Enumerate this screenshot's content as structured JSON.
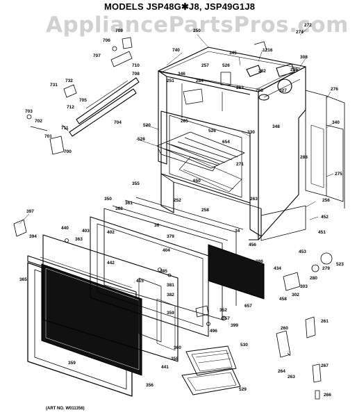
{
  "header": {
    "title": "MODELS JSP48G✱J8, JSP49G1J8"
  },
  "watermark": {
    "text": "AppliancePartsPros.com"
  },
  "footer": {
    "art_number": "(ART NO. W011356)"
  },
  "callouts": [
    {
      "id": "c-272",
      "label": "272"
    },
    {
      "id": "c-274",
      "label": "274"
    },
    {
      "id": "c-250",
      "label": "250"
    },
    {
      "id": "c-709",
      "label": "709"
    },
    {
      "id": "c-706",
      "label": "706"
    },
    {
      "id": "c-707",
      "label": "707"
    },
    {
      "id": "c-710",
      "label": "710"
    },
    {
      "id": "c-708",
      "label": "708"
    },
    {
      "id": "c-740",
      "label": "740"
    },
    {
      "id": "c-345",
      "label": "345"
    },
    {
      "id": "c-1216",
      "label": "1216"
    },
    {
      "id": "c-308",
      "label": "308"
    },
    {
      "id": "c-257",
      "label": "257"
    },
    {
      "id": "c-526",
      "label": "526"
    },
    {
      "id": "c-282",
      "label": "282"
    },
    {
      "id": "c-295",
      "label": "295"
    },
    {
      "id": "c-346",
      "label": "346"
    },
    {
      "id": "c-251",
      "label": "251"
    },
    {
      "id": "c-284",
      "label": "284"
    },
    {
      "id": "c-283",
      "label": "283"
    },
    {
      "id": "c-268",
      "label": "268"
    },
    {
      "id": "c-327",
      "label": "327"
    },
    {
      "id": "c-276",
      "label": "276"
    },
    {
      "id": "c-731",
      "label": "731"
    },
    {
      "id": "c-732",
      "label": "732"
    },
    {
      "id": "c-705",
      "label": "705"
    },
    {
      "id": "c-712",
      "label": "712"
    },
    {
      "id": "c-703",
      "label": "703"
    },
    {
      "id": "c-702",
      "label": "702"
    },
    {
      "id": "c-704",
      "label": "704"
    },
    {
      "id": "c-711",
      "label": "711"
    },
    {
      "id": "c-701",
      "label": "701"
    },
    {
      "id": "c-700",
      "label": "700"
    },
    {
      "id": "c-520",
      "label": "520"
    },
    {
      "id": "c-265",
      "label": "265"
    },
    {
      "id": "c-528",
      "label": "528"
    },
    {
      "id": "c-330",
      "label": "330"
    },
    {
      "id": "c-348",
      "label": "348"
    },
    {
      "id": "c-340",
      "label": "340"
    },
    {
      "id": "c-526b",
      "label": "526"
    },
    {
      "id": "c-654",
      "label": "654"
    },
    {
      "id": "c-271",
      "label": "271"
    },
    {
      "id": "c-288",
      "label": "288"
    },
    {
      "id": "c-650",
      "label": "650"
    },
    {
      "id": "c-275",
      "label": "275"
    },
    {
      "id": "c-355",
      "label": "355"
    },
    {
      "id": "c-397",
      "label": "397"
    },
    {
      "id": "c-350",
      "label": "350"
    },
    {
      "id": "c-361",
      "label": "361"
    },
    {
      "id": "c-362",
      "label": "362"
    },
    {
      "id": "c-252",
      "label": "252"
    },
    {
      "id": "c-263",
      "label": "263"
    },
    {
      "id": "c-256",
      "label": "256"
    },
    {
      "id": "c-258",
      "label": "258"
    },
    {
      "id": "c-34",
      "label": "34"
    },
    {
      "id": "c-452",
      "label": "452"
    },
    {
      "id": "c-440",
      "label": "440"
    },
    {
      "id": "c-403",
      "label": "403"
    },
    {
      "id": "c-363",
      "label": "363"
    },
    {
      "id": "c-402",
      "label": "402"
    },
    {
      "id": "c-379",
      "label": "379"
    },
    {
      "id": "c-36",
      "label": "36"
    },
    {
      "id": "c-451",
      "label": "451"
    },
    {
      "id": "c-394",
      "label": "394"
    },
    {
      "id": "c-404",
      "label": "404"
    },
    {
      "id": "c-456",
      "label": "456"
    },
    {
      "id": "c-453",
      "label": "453"
    },
    {
      "id": "c-442",
      "label": "442"
    },
    {
      "id": "c-386",
      "label": "386"
    },
    {
      "id": "c-434",
      "label": "434"
    },
    {
      "id": "c-279",
      "label": "279"
    },
    {
      "id": "c-523",
      "label": "523"
    },
    {
      "id": "c-365",
      "label": "365"
    },
    {
      "id": "c-385",
      "label": "385"
    },
    {
      "id": "c-280",
      "label": "280"
    },
    {
      "id": "c-415",
      "label": "415"
    },
    {
      "id": "c-381",
      "label": "381"
    },
    {
      "id": "c-303",
      "label": "303"
    },
    {
      "id": "c-302",
      "label": "302"
    },
    {
      "id": "c-382",
      "label": "382"
    },
    {
      "id": "c-458",
      "label": "458"
    },
    {
      "id": "c-657",
      "label": "657"
    },
    {
      "id": "c-352",
      "label": "352"
    },
    {
      "id": "c-359",
      "label": "359"
    },
    {
      "id": "c-357",
      "label": "357"
    },
    {
      "id": "c-399",
      "label": "399"
    },
    {
      "id": "c-496",
      "label": "496"
    },
    {
      "id": "c-260",
      "label": "260"
    },
    {
      "id": "c-261",
      "label": "261"
    },
    {
      "id": "c-359b",
      "label": "359"
    },
    {
      "id": "c-360",
      "label": "360"
    },
    {
      "id": "c-530",
      "label": "530"
    },
    {
      "id": "c-358",
      "label": "358"
    },
    {
      "id": "c-441",
      "label": "441"
    },
    {
      "id": "c-264",
      "label": "264"
    },
    {
      "id": "c-263b",
      "label": "263"
    },
    {
      "id": "c-267",
      "label": "267"
    },
    {
      "id": "c-356",
      "label": "356"
    },
    {
      "id": "c-529",
      "label": "529"
    },
    {
      "id": "c-266",
      "label": "266"
    }
  ]
}
